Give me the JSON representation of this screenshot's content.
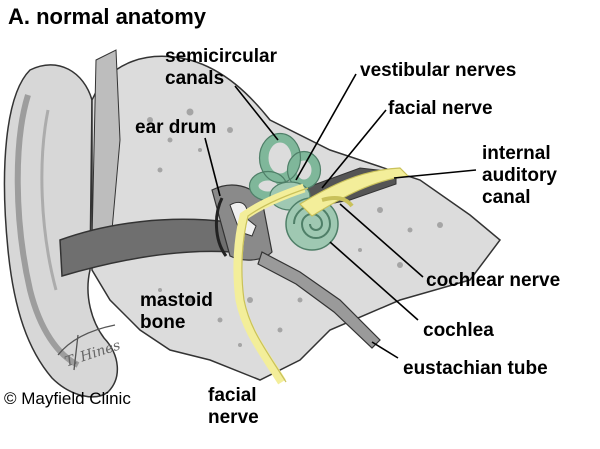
{
  "title": "A. normal anatomy",
  "labels": {
    "semicircular_canals": [
      "semicircular",
      "canals"
    ],
    "vestibular_nerves": "vestibular nerves",
    "facial_nerve_top": "facial nerve",
    "ear_drum": "ear drum",
    "internal_auditory_canal": [
      "internal",
      "auditory",
      "canal"
    ],
    "mastoid_bone": [
      "mastoid",
      "bone"
    ],
    "cochlear_nerve": "cochlear nerve",
    "cochlea": "cochlea",
    "eustachian_tube": "eustachian tube",
    "facial_nerve_bottom": [
      "facial",
      "nerve"
    ]
  },
  "signature": "T. Hines",
  "copyright": "© Mayfield Clinic",
  "colors": {
    "bone": "#dcdcdc",
    "bone_dark": "#b9b9b9",
    "canal": "#6f6f6f",
    "inner_ear": "#9fc8b2",
    "inner_ear_dark": "#5f8f78",
    "nerve": "#f3ee9a",
    "nerve_dark": "#c9c15a",
    "outline": "#333333"
  }
}
